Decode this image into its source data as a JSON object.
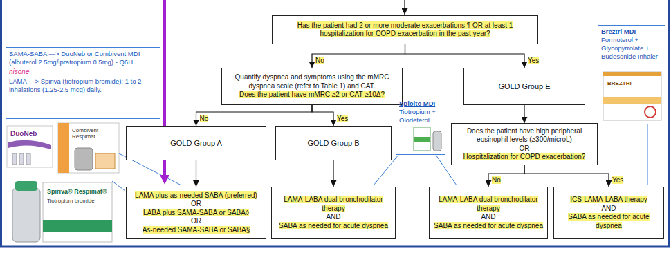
{
  "diagram": {
    "nodes": [
      {
        "text": [
          "Has the patient had 2 or more moderate exacerbations ¶ OR at least 1 hospitalization for COPD exacerbation in the past year?"
        ]
      },
      {
        "text": [
          "SAMA-SABA —> DuoNeb or Combivent MDI (albuterol 2.5mg/ipratropium 0.5mg) - Q6H",
          "LAMA —> Spiriva (tiotropium bromide): 1 to 2 inhalations (1.25-2.5 mcg) daily."
        ]
      },
      {
        "text": [
          "Quantify dyspnea and symptoms using the mMRC dyspnea scale (refer to Table 1) and CAT.",
          "Does the patient have mMRC ≥2 or CAT ≥10Δ?"
        ]
      },
      {
        "text": [
          "GOLD Group E"
        ]
      },
      {
        "text": [
          "Breztri MDI",
          "Formoterol + Glycopyrrolate + Budesonide Inhaler"
        ]
      },
      {
        "text": [
          "Spiolto MDI",
          "Tiotropium + Olodeterol"
        ]
      },
      {
        "text": [
          "GOLD Group A"
        ]
      },
      {
        "text": [
          "GOLD Group B"
        ]
      },
      {
        "text": [
          "Does the patient have high peripheral eosinophil levels (≥300/microL)",
          "OR",
          "Hospitalization for COPD exacerbation?"
        ]
      },
      {
        "text": [
          "LAMA plus as-needed SABA (preferred)",
          "OR",
          "LABA plus SAMA-SABA or SABA◊",
          "OR",
          "As-needed SAMA-SABA or SABA§"
        ]
      },
      {
        "text": [
          "LAMA-LABA dual bronchodilator therapy",
          "AND",
          "SABA as needed for acute dyspnea"
        ]
      },
      {
        "text": [
          "LAMA-LABA dual bronchodilator therapy",
          "AND",
          "SABA as needed for acute dyspnea"
        ]
      },
      {
        "text": [
          "ICS-LAMA-LABA therapy",
          "AND",
          "SABA as needed for acute dyspnea"
        ]
      }
    ],
    "edges": [
      {
        "from": 0,
        "to": 2,
        "label": "No",
        "arrow": "to"
      },
      {
        "from": 0,
        "to": 3,
        "label": "Yes",
        "arrow": "to"
      },
      {
        "from": 2,
        "to": 6,
        "label": "No",
        "arrow": "to"
      },
      {
        "from": 2,
        "to": 7,
        "label": "Yes",
        "arrow": "to"
      },
      {
        "from": 3,
        "to": 8,
        "arrow": "to"
      },
      {
        "from": 6,
        "to": 9,
        "arrow": "to"
      },
      {
        "from": 7,
        "to": 10,
        "arrow": "to"
      },
      {
        "from": 8,
        "to": 11,
        "label": "No",
        "arrow": "to"
      },
      {
        "from": 8,
        "to": 12,
        "label": "Yes",
        "arrow": "to"
      }
    ],
    "labels": [
      "nisone",
      "DuoNeb",
      "Combivent Respimat",
      "Spiriva® Respimat®",
      "Tiotropium bromide",
      "BREZTRI"
    ]
  }
}
